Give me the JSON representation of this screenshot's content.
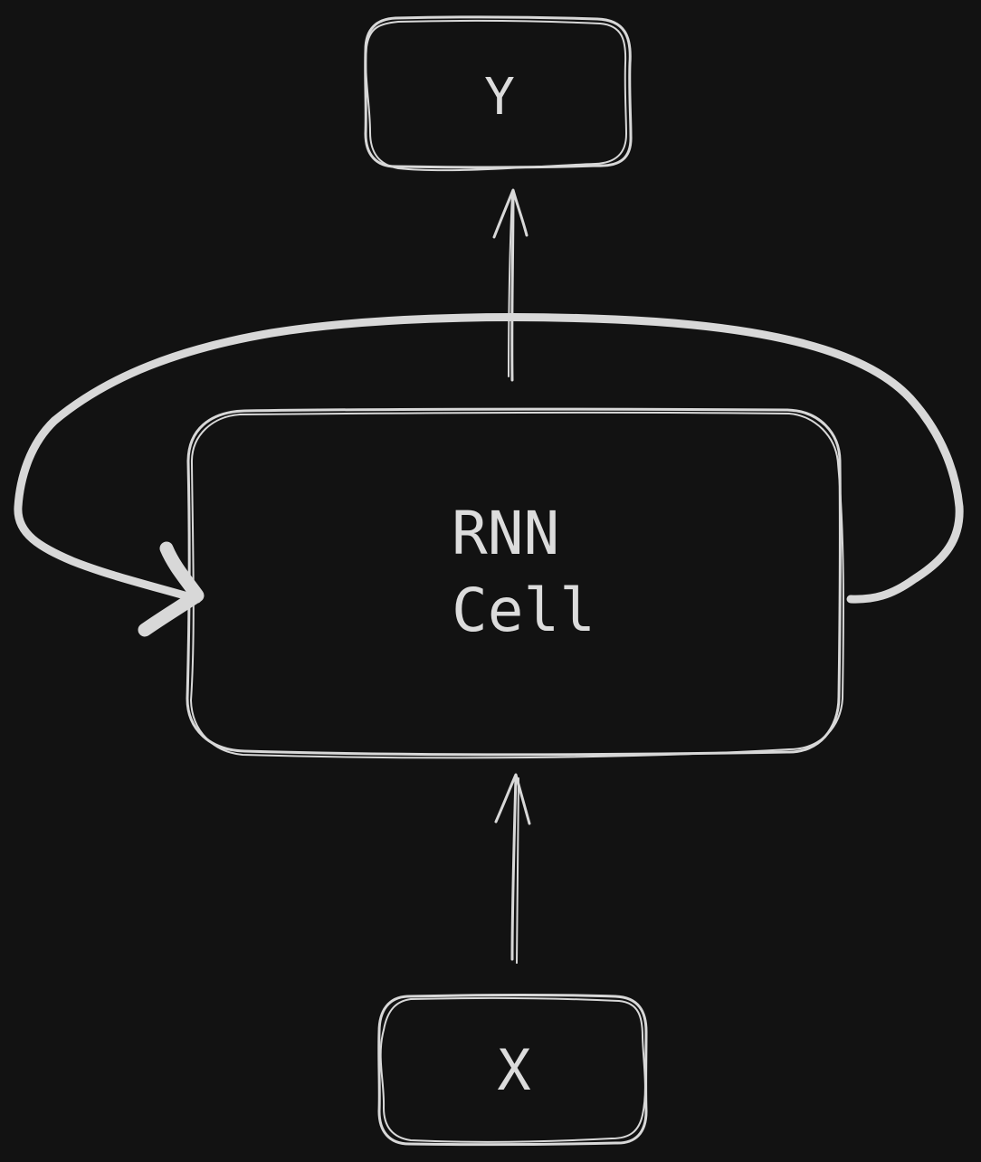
{
  "diagram": {
    "colors": {
      "background": "#121212",
      "stroke": "#d8d8d8",
      "text": "#dcdcdc"
    },
    "nodes": {
      "output": {
        "label": "Y"
      },
      "cell": {
        "label_line1": "RNN",
        "label_line2": "Cell"
      },
      "input": {
        "label": "X"
      }
    },
    "edges": [
      {
        "from": "input",
        "to": "cell"
      },
      {
        "from": "cell",
        "to": "output"
      },
      {
        "from": "cell",
        "to": "cell",
        "kind": "recurrent-loop"
      }
    ]
  }
}
